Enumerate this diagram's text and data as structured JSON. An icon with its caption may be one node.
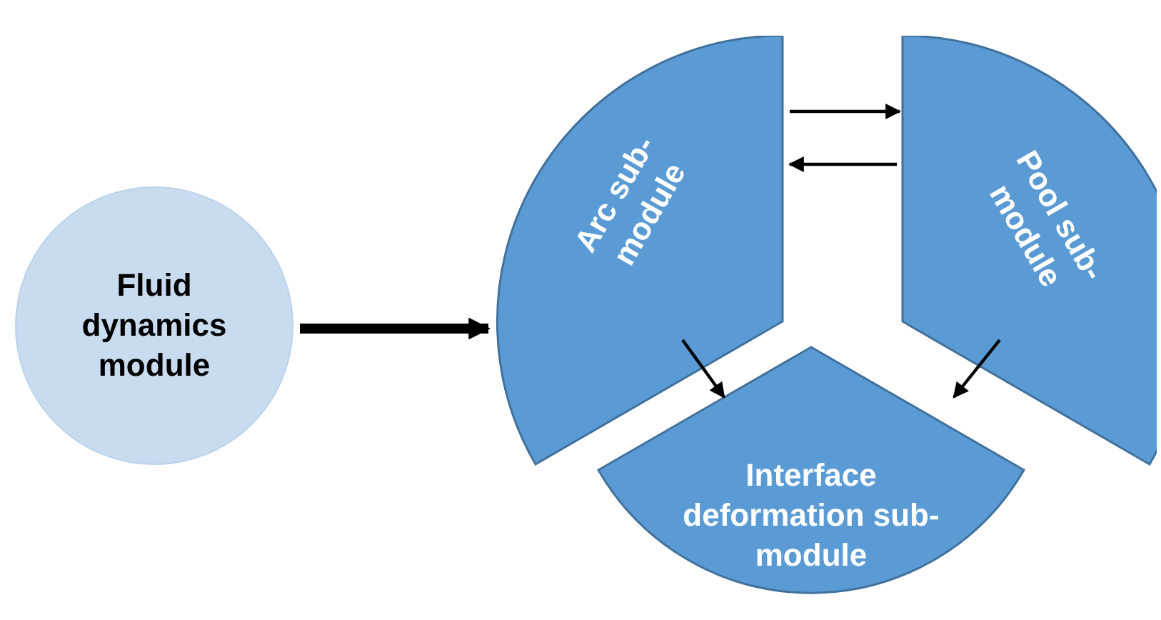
{
  "diagram": {
    "nodes": [
      {
        "text": [
          "Fluid dynamics module"
        ]
      },
      {
        "text": [
          "Arc sub-module"
        ]
      },
      {
        "text": [
          "Pool sub-module"
        ]
      },
      {
        "text": [
          "Interface deformation sub-module"
        ]
      }
    ],
    "edges": [
      {
        "from": 0,
        "to": 1,
        "arrow": "to",
        "style": "thick"
      },
      {
        "from": 1,
        "to": 2,
        "arrow": "to"
      },
      {
        "from": 2,
        "to": 1,
        "arrow": "to"
      },
      {
        "from": 1,
        "to": 3,
        "arrow": "to"
      },
      {
        "from": 2,
        "to": 3,
        "arrow": "to"
      }
    ]
  }
}
